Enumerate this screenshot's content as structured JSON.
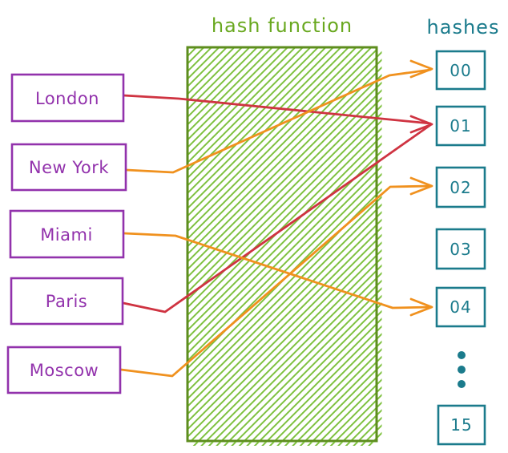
{
  "diagram": {
    "title_function": "hash function",
    "title_hashes": "hashes",
    "keys": [
      {
        "label": "London",
        "maps_to": "01",
        "arrow_color": "red"
      },
      {
        "label": "New York",
        "maps_to": "00",
        "arrow_color": "orange"
      },
      {
        "label": "Miami",
        "maps_to": "04",
        "arrow_color": "orange"
      },
      {
        "label": "Paris",
        "maps_to": "01",
        "arrow_color": "red"
      },
      {
        "label": "Moscow",
        "maps_to": "02",
        "arrow_color": "orange"
      }
    ],
    "hash_slots": [
      "00",
      "01",
      "02",
      "03",
      "04",
      "15"
    ],
    "ellipsis_dot_count": 3
  },
  "colors": {
    "key_purple": "#9232ac",
    "hash_teal": "#1b7b8c",
    "fn_border_green": "#5d8d1e",
    "fn_hatch_green": "#7ec13f",
    "title_green": "#69a81f",
    "arrow_orange": "#f0911e",
    "arrow_red": "#cf3341",
    "background": "#ffffff"
  }
}
